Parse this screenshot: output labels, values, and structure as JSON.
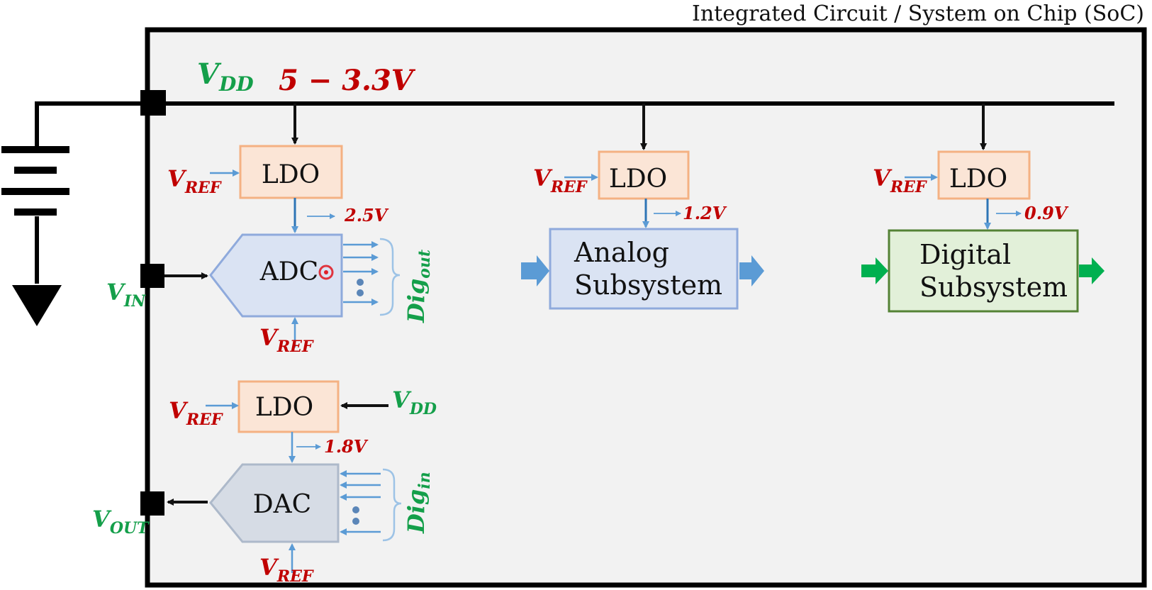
{
  "title": "Integrated Circuit / System on Chip (SoC)",
  "supply": {
    "symbol": "V",
    "subscript": "DD",
    "value": "5 − 3.3V"
  },
  "ldo": {
    "label": "LDO",
    "vref_symbol": "V",
    "vref_subscript": "REF",
    "vdd_symbol": "V",
    "vdd_subscript": "DD",
    "outputs": {
      "adc": "2.5V",
      "analog": "1.2V",
      "digital": "0.9V",
      "dac": "1.8V"
    }
  },
  "blocks": {
    "adc": "ADC",
    "dac": "DAC",
    "analog_line1": "Analog",
    "analog_line2": "Subsystem",
    "digital_line1": "Digital",
    "digital_line2": "Subsystem"
  },
  "pins": {
    "vin_symbol": "V",
    "vin_subscript": "IN",
    "vout_symbol": "V",
    "vout_subscript": "OUT"
  },
  "digital_io": {
    "out_base": "Dig",
    "out_subscript": "out",
    "in_base": "Dig",
    "in_subscript": "in"
  },
  "colors": {
    "chip_bg": "#f2f2f2",
    "ldo_fill": "#fbe5d6",
    "ldo_stroke": "#f4b183",
    "adc_fill": "#dae3f3",
    "adc_stroke": "#8faadc",
    "dac_fill": "#d6dce5",
    "dac_stroke": "#adb9ca",
    "analog_fill": "#dae3f3",
    "analog_stroke": "#8faadc",
    "digital_fill": "#e2f0d9",
    "digital_stroke": "#548235",
    "arrow_blue": "#5b9bd5",
    "arrow_green": "#00b050",
    "label_red": "#c00000",
    "label_green": "#149f4a"
  }
}
